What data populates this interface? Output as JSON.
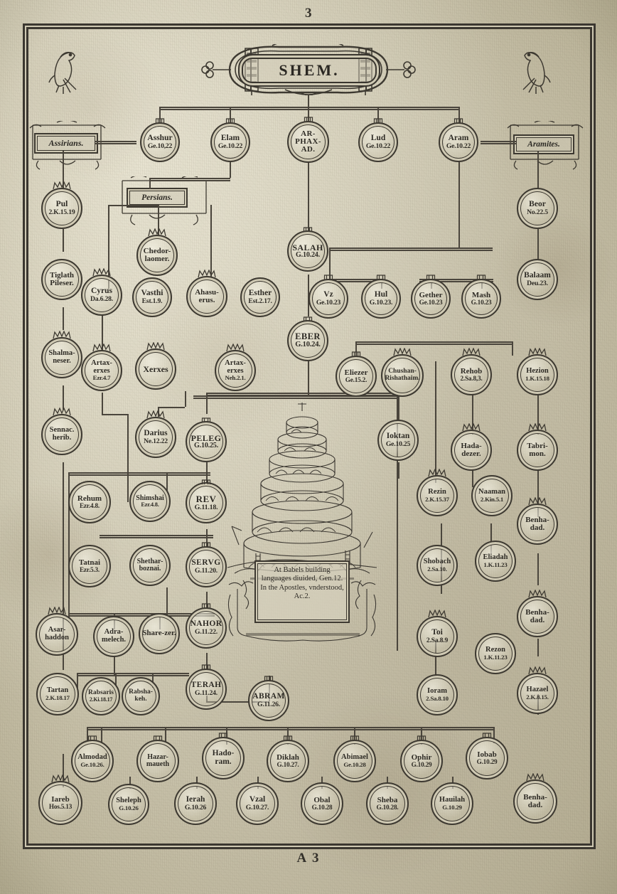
{
  "page": {
    "folio_top": "3",
    "folio_bottom": "A 3",
    "title": "SHEM."
  },
  "banners": [
    {
      "key": "assirians",
      "label": "Assirians."
    },
    {
      "key": "persians",
      "label": "Persians."
    },
    {
      "key": "aramites",
      "label": "Aramites."
    }
  ],
  "babel_note": "At Babels building languages diuided, Gen.12. In the Apostles, vnderstood, Ac.2.",
  "nodes": {
    "asshur": {
      "name": "Asshur",
      "ref": "Ge.10,22"
    },
    "elam": {
      "name": "Elam",
      "ref": "Ge.10.22"
    },
    "arphaxad": {
      "name": "AR-PHAX-AD.",
      "ref": ""
    },
    "lud": {
      "name": "Lud",
      "ref": "Ge.10.22"
    },
    "aram": {
      "name": "Aram",
      "ref": "Ge.10.22"
    },
    "pul": {
      "name": "Pul",
      "ref": "2.K.15.19"
    },
    "tiglath": {
      "name": "Tiglath Pileser.",
      "ref": ""
    },
    "shalmaneser": {
      "name": "Shalma-neser.",
      "ref": ""
    },
    "sennacherib": {
      "name": "Sennac. herib.",
      "ref": ""
    },
    "chedorlaomer": {
      "name": "Chedor-laomer.",
      "ref": ""
    },
    "cyrus": {
      "name": "Cyrus",
      "ref": "Da.6.28."
    },
    "vasthi": {
      "name": "Vasthi",
      "ref": "Est.1.9."
    },
    "ahasuerus": {
      "name": "Ahasu-erus.",
      "ref": ""
    },
    "esther": {
      "name": "Esther",
      "ref": "Est.2.17."
    },
    "artaxerxes1": {
      "name": "Artax-erxes",
      "ref": "Ezr.4.7"
    },
    "xerxes": {
      "name": "Xerxes",
      "ref": ""
    },
    "artaxerxes2": {
      "name": "Artax-erxes",
      "ref": "Neh.2.1."
    },
    "darius": {
      "name": "Darius",
      "ref": "Ne.12.22"
    },
    "salah": {
      "name": "SALAH",
      "ref": "G.10.24."
    },
    "eber": {
      "name": "EBER",
      "ref": "G.10.24."
    },
    "peleg": {
      "name": "PELEG",
      "ref": "G.10.25."
    },
    "reu": {
      "name": "REV",
      "ref": "G.11.18."
    },
    "serug": {
      "name": "SERVG",
      "ref": "G.11.20."
    },
    "nahor": {
      "name": "NAHOR",
      "ref": "G.11.22."
    },
    "terah": {
      "name": "TERAH",
      "ref": "G.11.24."
    },
    "abram": {
      "name": "ABRAM",
      "ref": "G.11.26."
    },
    "uz": {
      "name": "Vz",
      "ref": "Ge.10.23"
    },
    "hul": {
      "name": "Hul",
      "ref": "G.10.23."
    },
    "gether": {
      "name": "Gether",
      "ref": "Ge.10.23"
    },
    "mash": {
      "name": "Mash",
      "ref": "G.10.23"
    },
    "beor": {
      "name": "Beor",
      "ref": "No.22.5"
    },
    "balaam": {
      "name": "Balaam",
      "ref": "Deu.23."
    },
    "eliezer": {
      "name": "Eliezer",
      "ref": "Ge.15.2."
    },
    "chushan": {
      "name": "Chushan-Rishathaim.",
      "ref": ""
    },
    "rehob": {
      "name": "Rehob",
      "ref": "2.Sa.8,3."
    },
    "hezion": {
      "name": "Hezion",
      "ref": "1.K.15.18"
    },
    "hadadezer": {
      "name": "Hada-dezer.",
      "ref": ""
    },
    "tabrimon": {
      "name": "Tabri-mon.",
      "ref": ""
    },
    "rezin": {
      "name": "Rezin",
      "ref": "2.K.15.37"
    },
    "naaman": {
      "name": "Naaman",
      "ref": "2.Kin.5.1"
    },
    "benhadad1": {
      "name": "Benha-dad.",
      "ref": ""
    },
    "shobach": {
      "name": "Shobach",
      "ref": "2.Sa.10."
    },
    "eliadah": {
      "name": "Eliadah",
      "ref": "1.K.11.23"
    },
    "benhadad2": {
      "name": "Benha-dad.",
      "ref": ""
    },
    "toi": {
      "name": "Toi",
      "ref": "2.Sa.8.9"
    },
    "rezon": {
      "name": "Rezon",
      "ref": "1.K.11.23"
    },
    "ioram": {
      "name": "Ioram",
      "ref": "2.Sa.8.10"
    },
    "hazael": {
      "name": "Hazael",
      "ref": "2.K.8.15."
    },
    "ioktan": {
      "name": "Ioktan",
      "ref": "Ge.10.25"
    },
    "rehum": {
      "name": "Rehum",
      "ref": "Ezr.4.8."
    },
    "shimshai": {
      "name": "Shimshai",
      "ref": "Ezr.4.8."
    },
    "tatnai": {
      "name": "Tatnai",
      "ref": "Ezr.5.3."
    },
    "shethar": {
      "name": "Shethar-boznai.",
      "ref": ""
    },
    "asarhaddon": {
      "name": "Asar-haddon",
      "ref": ""
    },
    "adrammelech": {
      "name": "Adra-melech.",
      "ref": ""
    },
    "sharezer": {
      "name": "Share-zer.",
      "ref": ""
    },
    "tartan": {
      "name": "Tartan",
      "ref": "2.K.18.17"
    },
    "rabsaris": {
      "name": "Rabsaris",
      "ref": "2.Ki.18.17"
    },
    "rabshakeh": {
      "name": "Rabsha-keh.",
      "ref": ""
    },
    "almodad": {
      "name": "Almodad",
      "ref": "Ge.10.26."
    },
    "hazarmaveth": {
      "name": "Hazar-maueth",
      "ref": ""
    },
    "hadoram": {
      "name": "Hado-ram.",
      "ref": ""
    },
    "diklah": {
      "name": "Diklah",
      "ref": "G.10.27."
    },
    "abimael": {
      "name": "Abimael",
      "ref": "Ge.10.28"
    },
    "ophir": {
      "name": "Ophir",
      "ref": "G.10.29"
    },
    "jobab": {
      "name": "Iobab",
      "ref": "G.10.29"
    },
    "iareb": {
      "name": "Iareb",
      "ref": "Hos.5.13"
    },
    "sheleph": {
      "name": "Sheleph",
      "ref": "G.10.26"
    },
    "jerah": {
      "name": "Ierah",
      "ref": "G.10.26"
    },
    "uzal": {
      "name": "Vzal",
      "ref": "G.10.27."
    },
    "obal": {
      "name": "Obal",
      "ref": "G.10.28"
    },
    "sheba": {
      "name": "Sheba",
      "ref": "G.10.28."
    },
    "havilah": {
      "name": "Hauilah",
      "ref": "G.10.29"
    },
    "benhadad3": {
      "name": "Benha-dad.",
      "ref": ""
    }
  }
}
